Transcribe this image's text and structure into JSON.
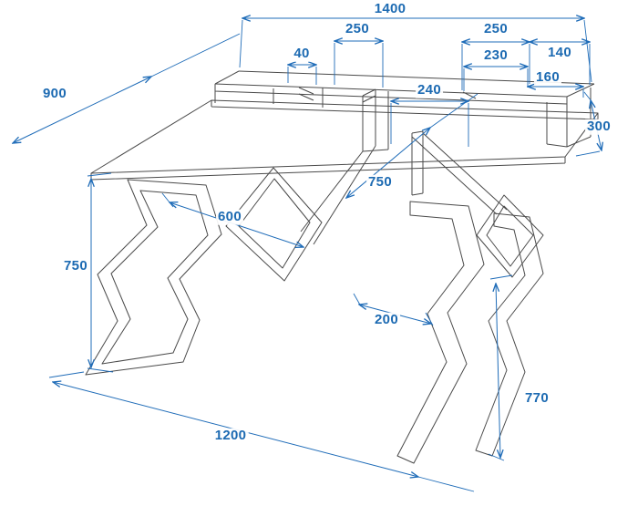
{
  "meta": {
    "accent_color": "#1f6cb8",
    "line_color": "#4a4a4a",
    "background_color": "#ffffff"
  },
  "dims": {
    "total_width": "1400",
    "shelf_left_segment": "250",
    "shelf_step": "40",
    "shelf_right_segment": "250",
    "shelf_right_end": "140",
    "shelf_right_inner": "230",
    "shelf_right_support": "160",
    "shelf_mid_depth": "240",
    "riser_height": "300",
    "desk_depth": "900",
    "top_depth": "750",
    "left_leg_span": "600",
    "desk_height": "750",
    "mid_support_width": "200",
    "base_width": "1200",
    "right_leg_height": "770"
  }
}
